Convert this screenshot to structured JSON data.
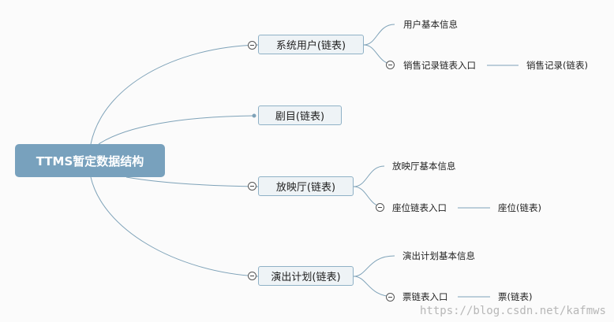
{
  "root": {
    "label": "TTMS暂定数据结构"
  },
  "branches": [
    {
      "label": "系统用户(链表)",
      "children": [
        "用户基本信息",
        "销售记录链表入口"
      ],
      "sub": "销售记录(链表)"
    },
    {
      "label": "剧目(链表)"
    },
    {
      "label": "放映厅(链表)",
      "children": [
        "放映厅基本信息",
        "座位链表入口"
      ],
      "sub": "座位(链表)"
    },
    {
      "label": "演出计划(链表)",
      "children": [
        "演出计划基本信息",
        "票链表入口"
      ],
      "sub": "票(链表)"
    }
  ],
  "watermark": "https://blog.csdn.net/kafmws",
  "colors": {
    "line": "#7ea2b8",
    "root_bg": "#78a1bd",
    "node_border": "#8fb1c6",
    "node_bg": "#eef3f6"
  }
}
